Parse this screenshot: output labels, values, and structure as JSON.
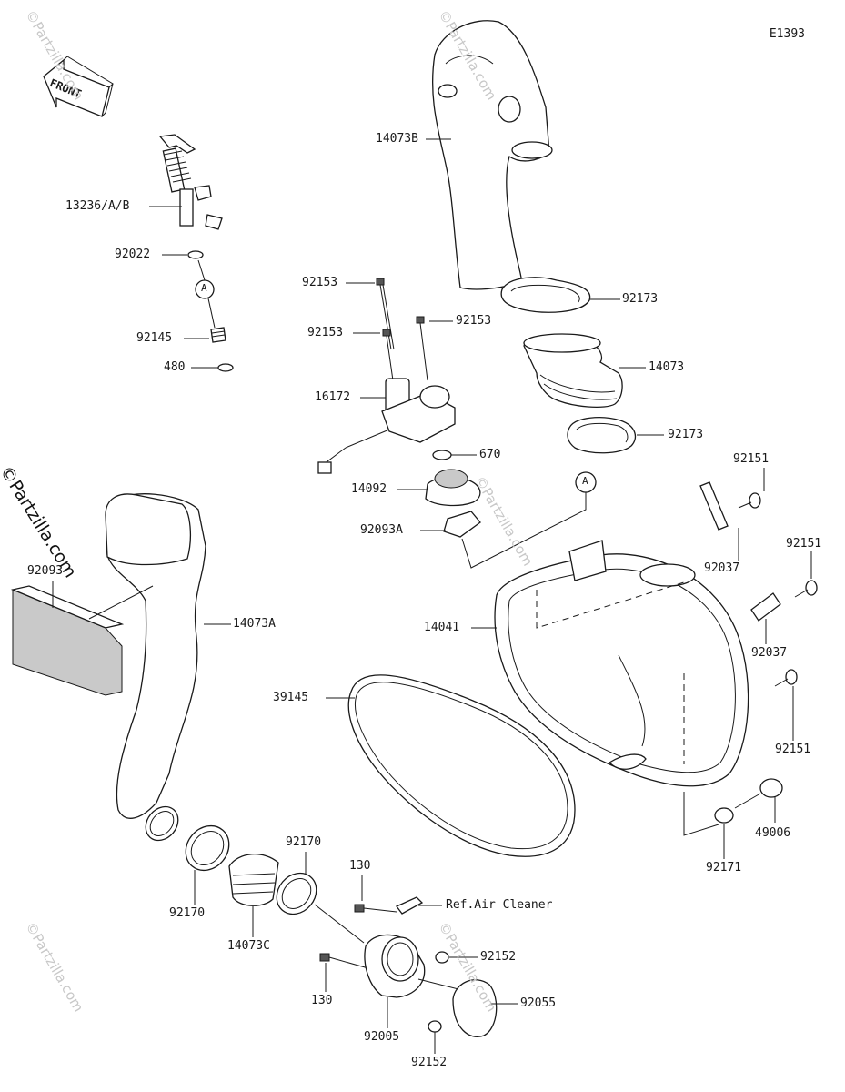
{
  "diagram_code": "E1393",
  "front_label": "FRONT",
  "ref_marker": "A",
  "brand_mark": "©Partzilla.com",
  "watermark": "©Partzilla.com",
  "callouts": {
    "p14073B": "14073B",
    "p13236": "13236/A/B",
    "p92022": "92022",
    "p92145": "92145",
    "p480": "480",
    "p92153_a": "92153",
    "p92153_b": "92153",
    "p92153_c": "92153",
    "p92173_a": "92173",
    "p14073": "14073",
    "p16172": "16172",
    "p92173_b": "92173",
    "p670": "670",
    "p92151_a": "92151",
    "p14092": "14092",
    "p92093A": "92093A",
    "p92151_b": "92151",
    "p92037_a": "92037",
    "p92093": "92093",
    "p14073A": "14073A",
    "p14041": "14041",
    "p92037_b": "92037",
    "p39145": "39145",
    "p92151_c": "92151",
    "p49006": "49006",
    "p92171": "92171",
    "p92170_a": "92170",
    "p130_a": "130",
    "p_ref_air": "Ref.Air Cleaner",
    "p92170_b": "92170",
    "p14073C": "14073C",
    "p92152_a": "92152",
    "p130_b": "130",
    "p92055": "92055",
    "p92005": "92005",
    "p92152_b": "92152"
  }
}
